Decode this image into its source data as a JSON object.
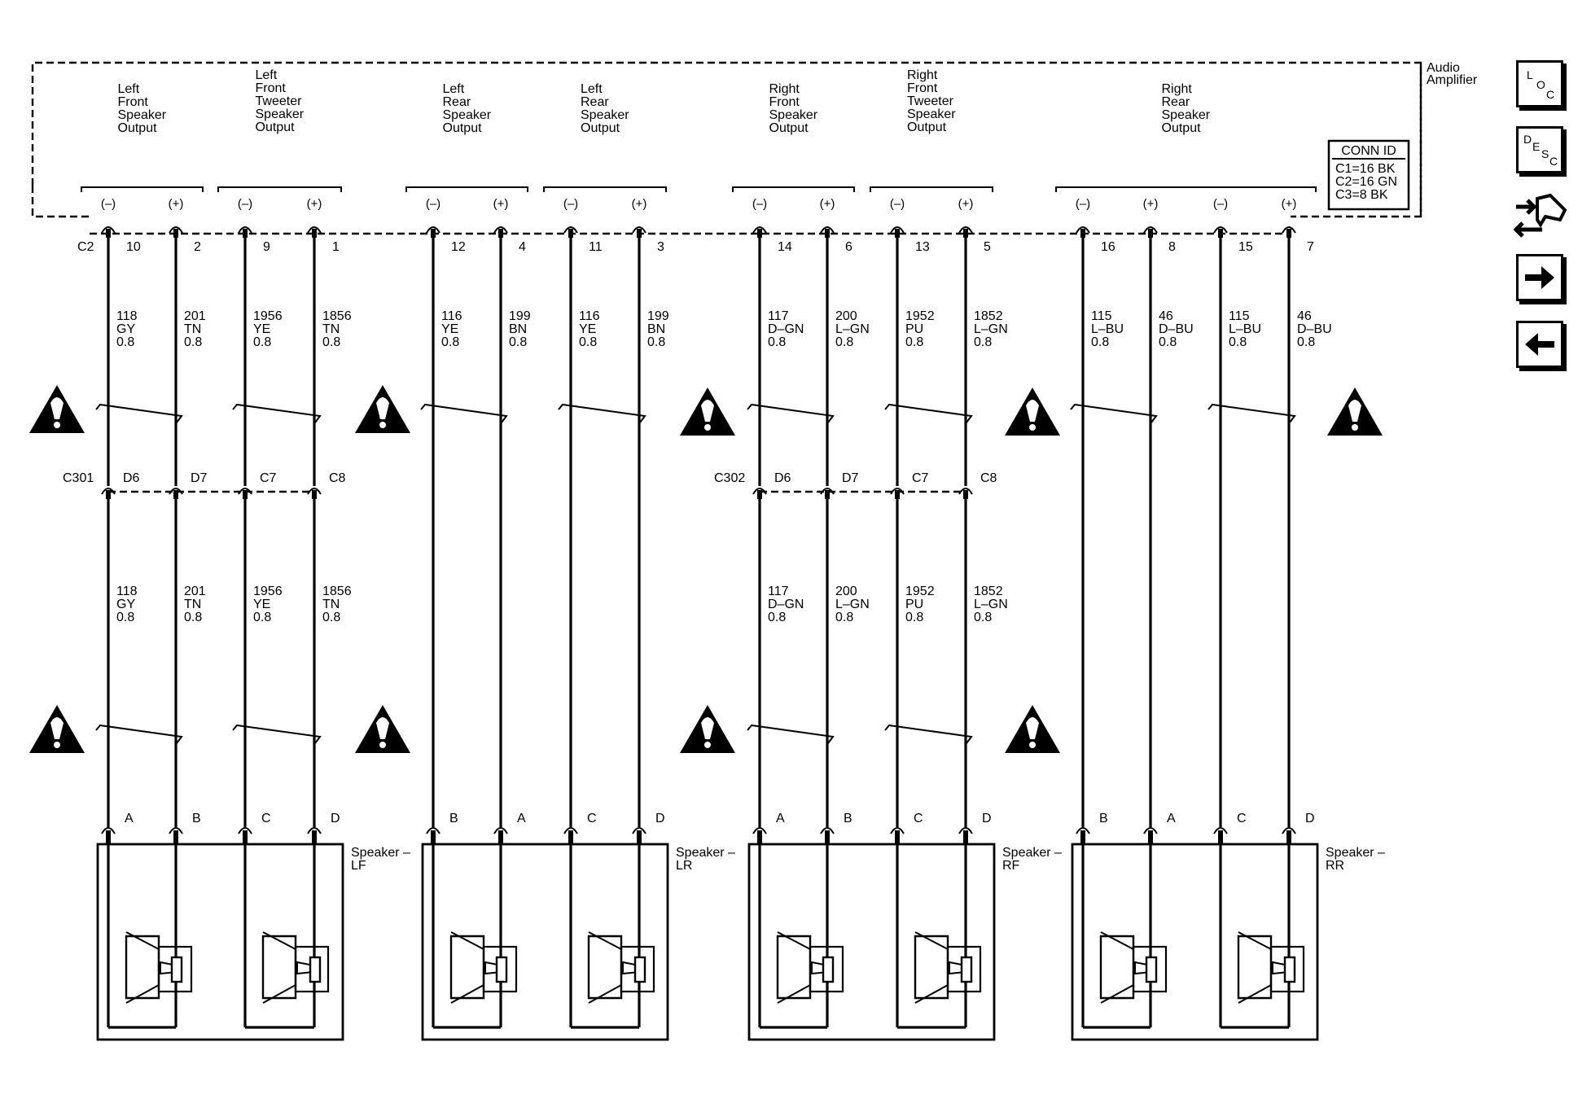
{
  "module": {
    "name_lines": [
      "Audio",
      "Amplifier"
    ],
    "conn_id": {
      "title": "CONN ID",
      "lines": [
        "C1=16 BK",
        "C2=16 GN",
        "C3=8 BK"
      ]
    },
    "connector": "C2"
  },
  "nav": {
    "loc": [
      "L",
      "O",
      "C"
    ],
    "desc": [
      "D",
      "E",
      "S",
      "C"
    ]
  },
  "outputs": [
    {
      "lines": [
        "Left",
        "Front",
        "Speaker",
        "Output"
      ],
      "pins": [
        10,
        2
      ]
    },
    {
      "lines": [
        "Left",
        "Front",
        "Tweeter",
        "Speaker",
        "Output"
      ],
      "pins": [
        9,
        1
      ]
    },
    {
      "lines": [
        "Left",
        "Rear",
        "Speaker",
        "Output"
      ],
      "pins": [
        12,
        4
      ]
    },
    {
      "lines": [
        "Left",
        "Rear",
        "Speaker",
        "Output"
      ],
      "pins": [
        11,
        3
      ]
    },
    {
      "lines": [
        "Right",
        "Front",
        "Speaker",
        "Output"
      ],
      "pins": [
        14,
        6
      ]
    },
    {
      "lines": [
        "Right",
        "Front",
        "Tweeter",
        "Speaker",
        "Output"
      ],
      "pins": [
        13,
        5
      ]
    },
    {
      "lines": [
        "Right",
        "Rear",
        "Speaker",
        "Output"
      ],
      "pins": [
        16,
        8,
        15,
        7
      ]
    }
  ],
  "polarity": [
    "(–)",
    "(+)"
  ],
  "wires": [
    {
      "pin": "10",
      "circuit": "118",
      "color": "GY",
      "size": "0.8"
    },
    {
      "pin": "2",
      "circuit": "201",
      "color": "TN",
      "size": "0.8"
    },
    {
      "pin": "9",
      "circuit": "1956",
      "color": "YE",
      "size": "0.8"
    },
    {
      "pin": "1",
      "circuit": "1856",
      "color": "TN",
      "size": "0.8"
    },
    {
      "pin": "12",
      "circuit": "116",
      "color": "YE",
      "size": "0.8"
    },
    {
      "pin": "4",
      "circuit": "199",
      "color": "BN",
      "size": "0.8"
    },
    {
      "pin": "11",
      "circuit": "116",
      "color": "YE",
      "size": "0.8"
    },
    {
      "pin": "3",
      "circuit": "199",
      "color": "BN",
      "size": "0.8"
    },
    {
      "pin": "14",
      "circuit": "117",
      "color": "D–GN",
      "size": "0.8"
    },
    {
      "pin": "6",
      "circuit": "200",
      "color": "L–GN",
      "size": "0.8"
    },
    {
      "pin": "13",
      "circuit": "1952",
      "color": "PU",
      "size": "0.8"
    },
    {
      "pin": "5",
      "circuit": "1852",
      "color": "L–GN",
      "size": "0.8"
    },
    {
      "pin": "16",
      "circuit": "115",
      "color": "L–BU",
      "size": "0.8"
    },
    {
      "pin": "8",
      "circuit": "46",
      "color": "D–BU",
      "size": "0.8"
    },
    {
      "pin": "15",
      "circuit": "115",
      "color": "L–BU",
      "size": "0.8"
    },
    {
      "pin": "7",
      "circuit": "46",
      "color": "D–BU",
      "size": "0.8"
    }
  ],
  "inline_connectors": [
    {
      "name": "C301",
      "pins": [
        "D6",
        "D7",
        "C7",
        "C8"
      ]
    },
    {
      "name": "C302",
      "pins": [
        "D6",
        "D7",
        "C7",
        "C8"
      ]
    }
  ],
  "speakers": [
    {
      "name": "Speaker –",
      "pos": "LF",
      "pins": [
        "A",
        "B",
        "C",
        "D"
      ]
    },
    {
      "name": "Speaker –",
      "pos": "LR",
      "pins": [
        "B",
        "A",
        "C",
        "D"
      ]
    },
    {
      "name": "Speaker –",
      "pos": "RF",
      "pins": [
        "A",
        "B",
        "C",
        "D"
      ]
    },
    {
      "name": "Speaker –",
      "pos": "RR",
      "pins": [
        "B",
        "A",
        "C",
        "D"
      ]
    }
  ]
}
